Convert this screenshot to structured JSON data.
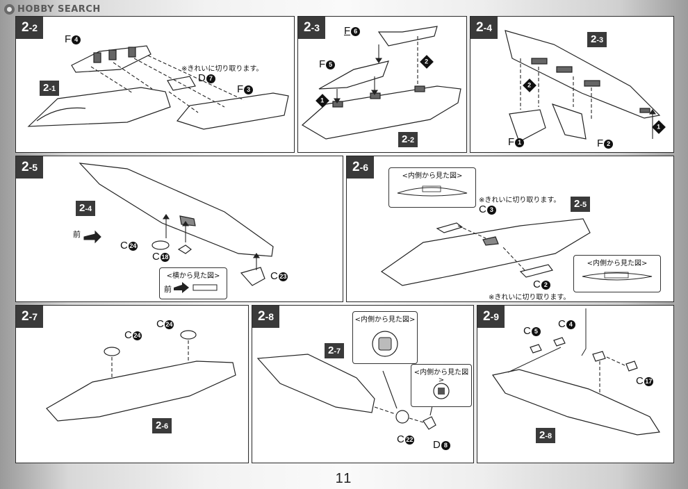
{
  "watermark": {
    "text": "HOBBY SEARCH",
    "icon": "logo-mark"
  },
  "page_number": "11",
  "notes": {
    "cut_clean": "※きれいに切り取ります。"
  },
  "views": {
    "inside": "<内側から見た図>",
    "side": "<横から見た図>"
  },
  "front": "前",
  "steps": {
    "s22": {
      "main": "2",
      "sub": "-2",
      "ref_main": "2",
      "ref_sub": "-1",
      "parts": {
        "f4": "F",
        "f4n": "4",
        "d7": "D",
        "d7n": "7",
        "f3": "F",
        "f3n": "3"
      }
    },
    "s23": {
      "main": "2",
      "sub": "-3",
      "ref_main": "2",
      "ref_sub": "-2",
      "parts": {
        "f6": "F",
        "f6n": "6",
        "f5": "F",
        "f5n": "5"
      },
      "order": [
        "1",
        "2"
      ]
    },
    "s24": {
      "main": "2",
      "sub": "-4",
      "ref_main": "2",
      "ref_sub": "-3",
      "parts": {
        "f1": "F",
        "f1n": "1",
        "f2": "F",
        "f2n": "2"
      },
      "order": [
        "2",
        "1"
      ]
    },
    "s25": {
      "main": "2",
      "sub": "-5",
      "ref_main": "2",
      "ref_sub": "-4",
      "parts": {
        "c24": "C",
        "c24n": "24",
        "c18": "C",
        "c18n": "18",
        "c23": "C",
        "c23n": "23"
      }
    },
    "s26": {
      "main": "2",
      "sub": "-6",
      "ref_main": "2",
      "ref_sub": "-5",
      "parts": {
        "c3": "C",
        "c3n": "3",
        "c2": "C",
        "c2n": "2"
      }
    },
    "s27": {
      "main": "2",
      "sub": "-7",
      "ref_main": "2",
      "ref_sub": "-6",
      "parts": {
        "c24a": "C",
        "c24an": "24",
        "c24b": "C",
        "c24bn": "24"
      }
    },
    "s28": {
      "main": "2",
      "sub": "-8",
      "ref_main": "2",
      "ref_sub": "-7",
      "parts": {
        "c22": "C",
        "c22n": "22",
        "d8": "D",
        "d8n": "8"
      }
    },
    "s29": {
      "main": "2",
      "sub": "-9",
      "ref_main": "2",
      "ref_sub": "-8",
      "parts": {
        "c5": "C",
        "c5n": "5",
        "c4": "C",
        "c4n": "4",
        "c17": "C",
        "c17n": "17"
      }
    }
  }
}
